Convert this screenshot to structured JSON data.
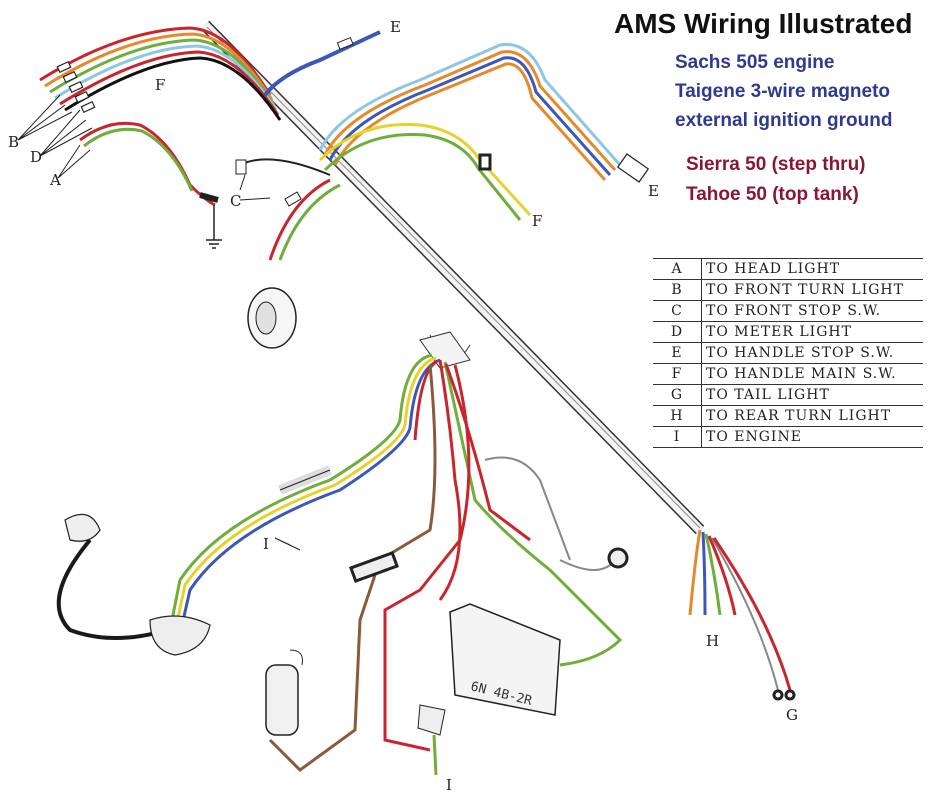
{
  "header": {
    "title": "AMS Wiring Illustrated",
    "engine": "Sachs 505 engine",
    "magneto": "Taigene 3-wire magneto",
    "ground": "external ignition ground",
    "model1": "Sierra 50 (step thru)",
    "model2": "Tahoe 50 (top tank)"
  },
  "legend": {
    "rows": [
      {
        "key": "A",
        "desc": "TO HEAD LIGHT"
      },
      {
        "key": "B",
        "desc": "TO FRONT TURN LIGHT"
      },
      {
        "key": "C",
        "desc": "TO FRONT STOP S.W."
      },
      {
        "key": "D",
        "desc": "TO METER LIGHT"
      },
      {
        "key": "E",
        "desc": "TO HANDLE STOP S.W."
      },
      {
        "key": "F",
        "desc": "TO HANDLE MAIN S.W."
      },
      {
        "key": "G",
        "desc": "TO TAIL LIGHT"
      },
      {
        "key": "H",
        "desc": "TO REAR TURN LIGHT"
      },
      {
        "key": "I",
        "desc": "TO ENGINE"
      }
    ]
  },
  "callouts": {
    "e_top": "E",
    "f_left": "F",
    "b": "B",
    "d": "D",
    "a": "A",
    "c": "C",
    "e_right": "E",
    "f_mid": "F",
    "i_left": "I",
    "h": "H",
    "g": "G",
    "i_bottom": "I"
  },
  "battery_label": "6N 4B-2R",
  "colors": {
    "red": "#c8262c",
    "green": "#6fae3a",
    "blue": "#3b58b8",
    "lightblue": "#8ec6e8",
    "orange": "#e6892a",
    "yellow": "#e8d12a",
    "brown": "#8a5a3a",
    "black": "#1a1a1a",
    "title_blue": "#2e3a8f",
    "title_red": "#8b1535"
  }
}
